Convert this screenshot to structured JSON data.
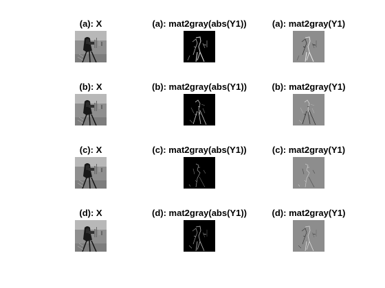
{
  "figure": {
    "rows": [
      {
        "x_title": "(a): X",
        "abs_title": "(a): mat2gray(abs(Y1))",
        "signed_title": "(a): mat2gray(Y1)"
      },
      {
        "x_title": "(b): X",
        "abs_title": "(b): mat2gray(abs(Y1))",
        "signed_title": "(b): mat2gray(Y1)"
      },
      {
        "x_title": "(c): X",
        "abs_title": "(c): mat2gray(abs(Y1))",
        "signed_title": "(c): mat2gray(Y1)"
      },
      {
        "x_title": "(d): X",
        "abs_title": "(d): mat2gray(abs(Y1))",
        "signed_title": "(d): mat2gray(Y1)"
      }
    ]
  },
  "colors": {
    "background": "#ffffff",
    "text": "#000000",
    "original_bg": "#8f8f8f",
    "abs_bg": "#000000",
    "signed_bg": "#8d8d8d"
  }
}
